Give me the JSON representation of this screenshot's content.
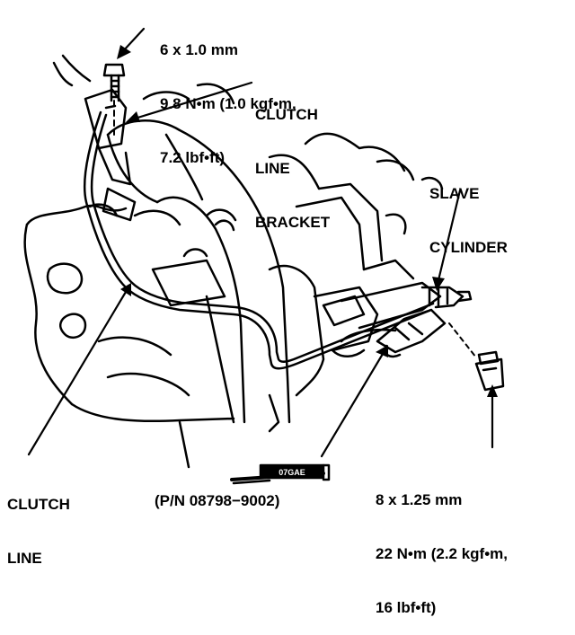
{
  "bolt_top": {
    "size": "6 x 1.0 mm",
    "torque_nm": "9.8 N•m (1.0 kgf•m,",
    "torque_lbf": "7.2 lbf•ft)"
  },
  "clutch_line_bracket": {
    "line1": "CLUTCH",
    "line2": "LINE",
    "line3": "BRACKET"
  },
  "slave_cylinder": {
    "line1": "SLAVE",
    "line2": "CYLINDER"
  },
  "clutch_line": {
    "line1": "CLUTCH",
    "line2": "LINE"
  },
  "bolt_bottom": {
    "size": "8 x 1.25 mm",
    "torque_nm": "22 N•m (2.2 kgf•m,",
    "torque_lbf": "16 lbf•ft)"
  },
  "tool": {
    "part_number": "(P/N 08798−9002)"
  },
  "colors": {
    "ink": "#000000",
    "paper": "#ffffff"
  }
}
